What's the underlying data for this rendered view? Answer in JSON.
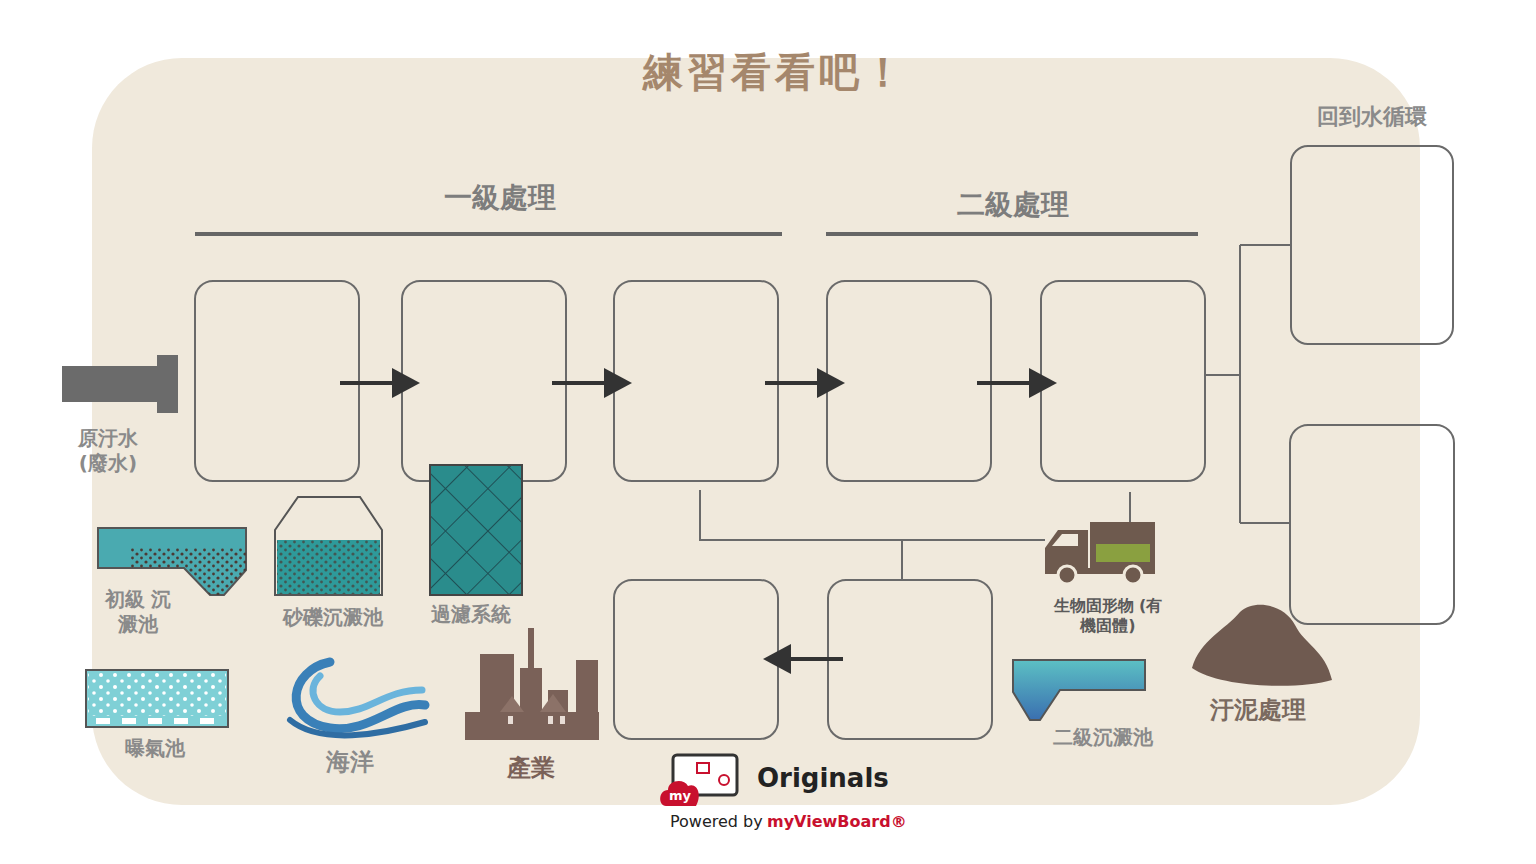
{
  "diagram": {
    "title": "練習看看吧！",
    "nodes": [
      {
        "text": [
          "回到水循環"
        ]
      }
    ],
    "edges": [],
    "labels": [
      "一級處理",
      "二級處理",
      "原汙水 (廢水)",
      "初級 沉澱池",
      "砂礫沉澱池",
      "過濾系統",
      "生物固形物 (有機固體)",
      "曝氣池",
      "海洋",
      "產業",
      "二級沉澱池",
      "汙泥處理",
      "Originals",
      "Powered by",
      "myViewBoard®",
      "my"
    ]
  }
}
